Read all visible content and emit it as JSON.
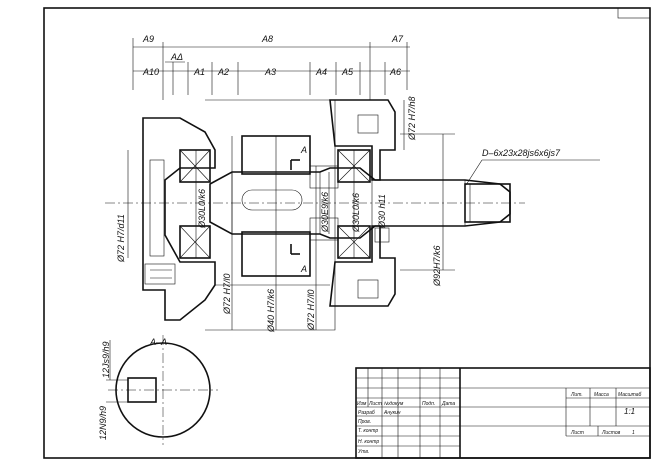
{
  "dimensions": {
    "top_row": [
      "A9",
      "A8",
      "A7"
    ],
    "second_row": [
      "A10",
      "AΔ",
      "A1",
      "A2",
      "A3",
      "A4",
      "A5",
      "A6"
    ]
  },
  "vertical_labels": [
    "Ø72 H7/d11",
    "Ø30L0/k6",
    "Ø72 H7/l0",
    "Ø40 H7/k6",
    "Ø72 H7/l0",
    "Ø30E9/k6",
    "Ø30L0/k6",
    "Ø30 h11",
    "Ø72 H7/h8",
    "Ø92H7/k6",
    "12Js9/h9",
    "12N9/h9"
  ],
  "section_marks": [
    "A",
    "A"
  ],
  "section_title": "A–A",
  "spline_label": "D–6x23x28js6x6js7",
  "title_block": {
    "columns": [
      "Изм",
      "Лист",
      "№докум",
      "Подп.",
      "Дата"
    ],
    "rows": [
      {
        "role": "Разраб",
        "name": "Анукин"
      },
      {
        "role": "Пров.",
        "name": ""
      },
      {
        "role": "Т. контр",
        "name": ""
      },
      {
        "role": "Н. контр",
        "name": ""
      },
      {
        "role": "Утв.",
        "name": ""
      }
    ],
    "lit_label": "Лит.",
    "mass_label": "Масса",
    "scale_label": "Масштаб",
    "scale_value": "1:1",
    "sheet_label": "Лист",
    "sheets_label": "Листов",
    "sheets_value": "1"
  }
}
